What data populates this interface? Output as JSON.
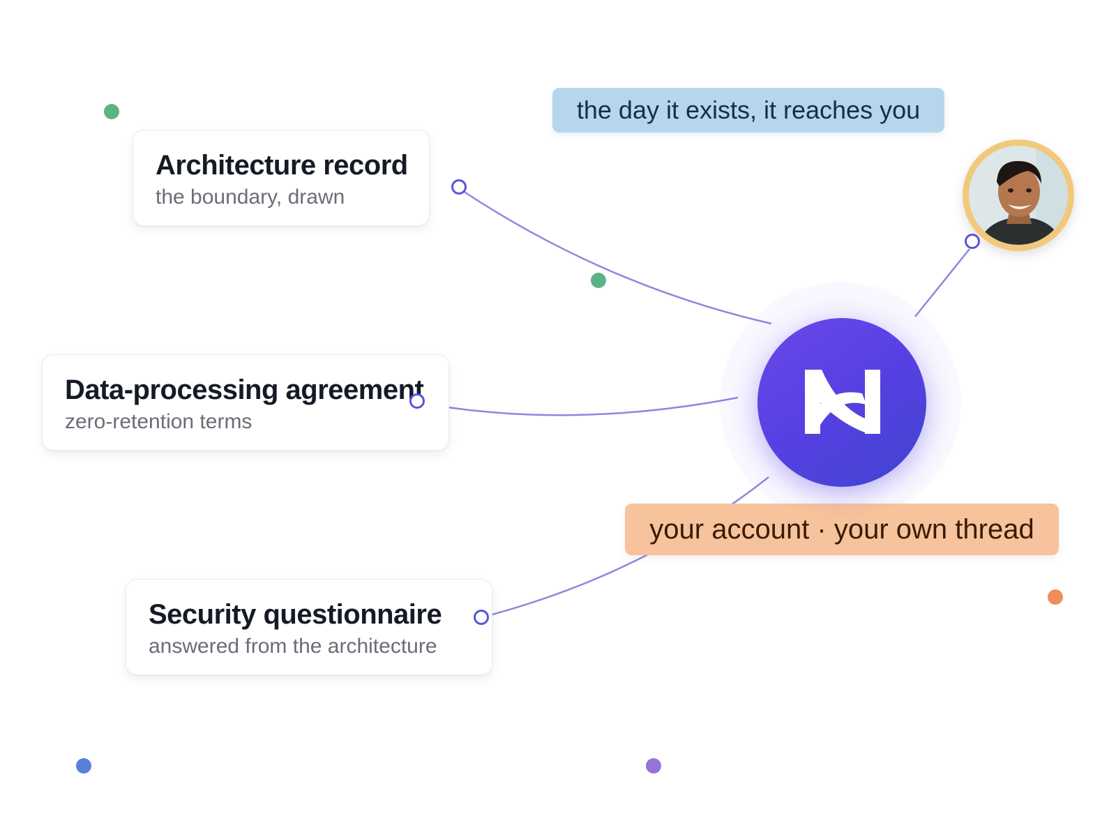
{
  "cards": {
    "architecture": {
      "title": "Architecture record",
      "subtitle": "the boundary, drawn"
    },
    "dpa": {
      "title": "Data-processing agreement",
      "subtitle": "zero-retention terms"
    },
    "security": {
      "title": "Security questionnaire",
      "subtitle": "answered from the architecture"
    }
  },
  "labels": {
    "top_pill": "the day it exists, it reaches you",
    "bottom_pill": "your account · your own thread"
  },
  "hub": {
    "icon": "n-logo-icon",
    "color_start": "#6a48ea",
    "color_end": "#3f45cf"
  },
  "avatar": {
    "icon": "person-avatar",
    "ring_color": "#f1c97c"
  },
  "colors": {
    "connector": "#8a88e0",
    "node": "#5a54d8",
    "pill_top": "#b6d6ee",
    "pill_bottom": "#f6c39c",
    "dot_green": "#5cb287",
    "dot_orange": "#ee8e5a",
    "dot_blue": "#5a7fd9",
    "dot_purple": "#9474d7"
  }
}
